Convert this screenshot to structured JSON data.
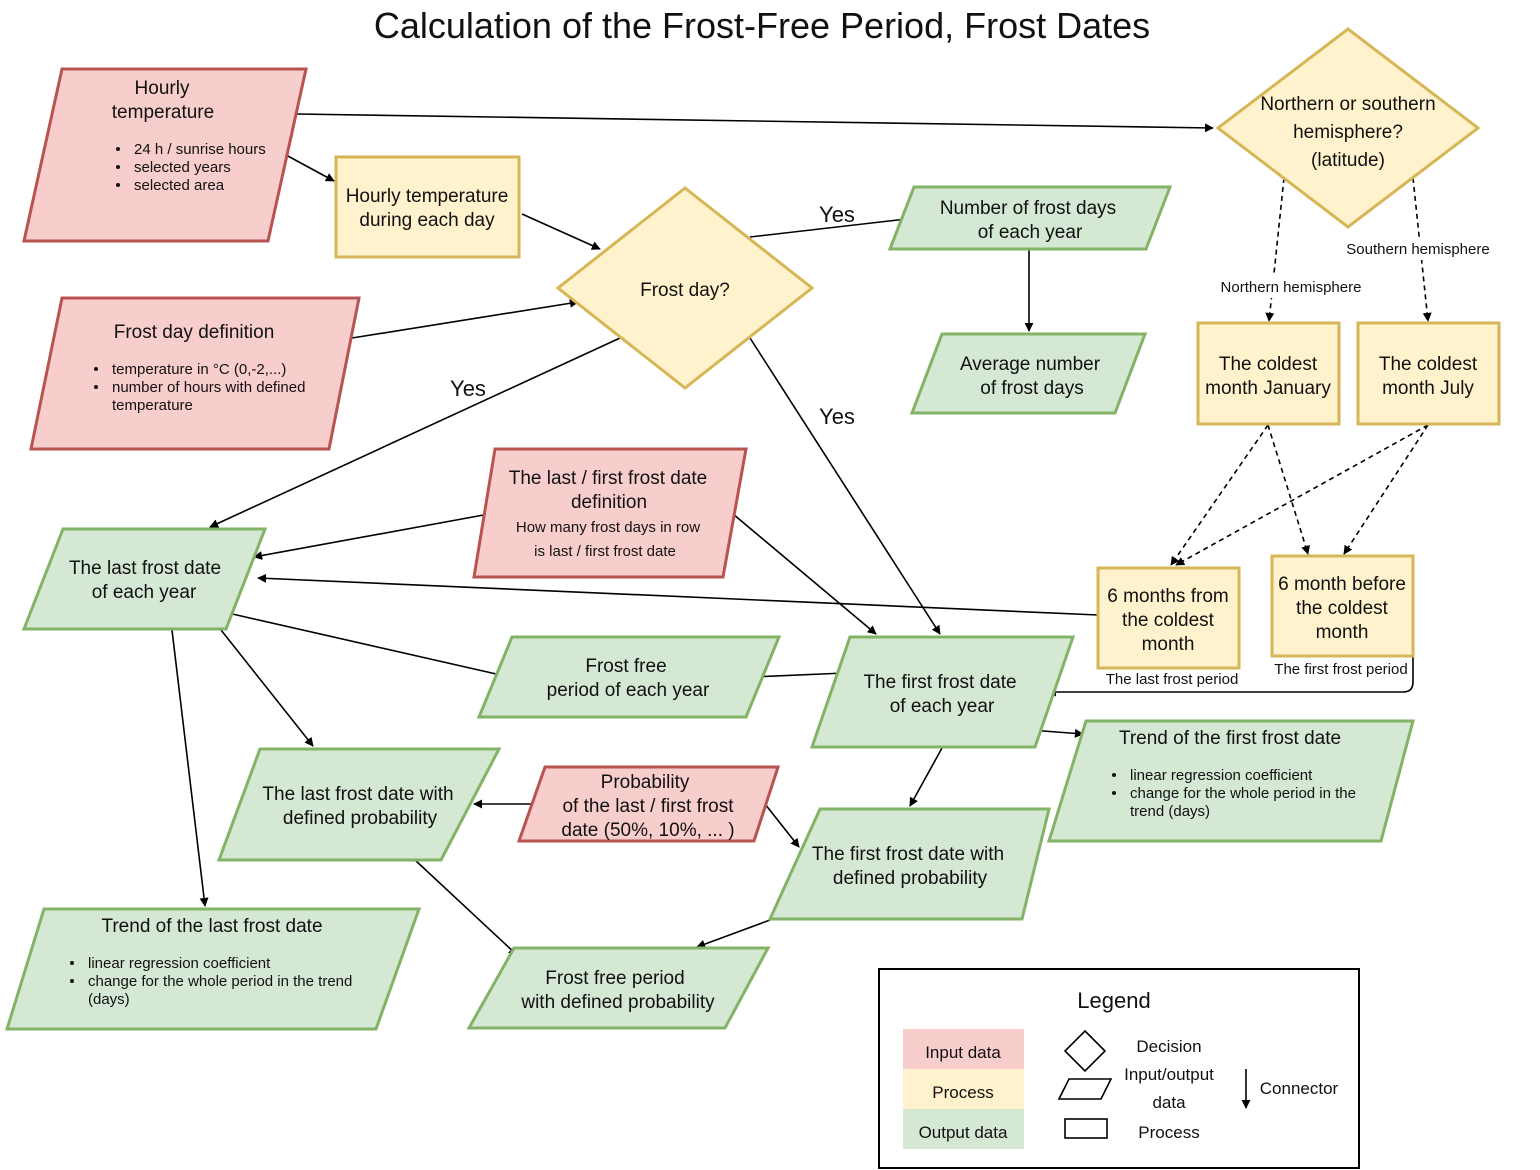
{
  "title": "Calculation of the Frost-Free Period, Frost Dates",
  "colors": {
    "input_fill": "#f8cecc",
    "input_stroke": "#b85450",
    "process_fill": "#fff2cc",
    "process_stroke": "#d6b656",
    "output_fill": "#d5e8d4",
    "output_stroke": "#82b366"
  },
  "nodes": {
    "hourly_temp": {
      "title": [
        "Hourly",
        "temperature"
      ],
      "bullets": [
        "24 h / sunrise hours",
        "selected years",
        "selected area"
      ]
    },
    "hourly_each_day": {
      "title": [
        "Hourly temperature",
        "during each day"
      ]
    },
    "frost_def": {
      "title": [
        "Frost day definition"
      ],
      "bullets": [
        "temperature in °C (0,-2,...)",
        "number of hours with defined",
        "temperature"
      ]
    },
    "frost_day": {
      "title": [
        "Frost day?"
      ]
    },
    "num_frost_days": {
      "title": [
        "Number of frost days",
        "of each year"
      ]
    },
    "avg_frost_days": {
      "title": [
        "Average number",
        "of frost days"
      ]
    },
    "hemisphere": {
      "title": [
        "Northern or southern",
        "hemisphere?",
        "(latitude)"
      ]
    },
    "coldest_jan": {
      "title": [
        "The coldest",
        "month January"
      ]
    },
    "coldest_jul": {
      "title": [
        "The coldest",
        "month July"
      ]
    },
    "six_from": {
      "title": [
        "6 months from",
        "the coldest",
        "month"
      ]
    },
    "six_before": {
      "title": [
        "6 month before",
        "the coldest",
        "month"
      ]
    },
    "lf_def": {
      "title": [
        "The last / first frost date",
        "definition"
      ],
      "sub": [
        "How many frost days in row",
        "is last / first frost date"
      ]
    },
    "last_frost": {
      "title": [
        "The last frost date",
        "of each year"
      ]
    },
    "first_frost": {
      "title": [
        "The first frost date",
        "of each year"
      ]
    },
    "ff_period": {
      "title": [
        "Frost free",
        "period of each year"
      ]
    },
    "last_prob": {
      "title": [
        "The last frost date with",
        "defined probability"
      ]
    },
    "prob": {
      "title": [
        "Probability",
        "of the last / first frost",
        "date (50%, 10%, ... )"
      ]
    },
    "first_prob": {
      "title": [
        "The first frost date with",
        "defined probability"
      ]
    },
    "trend_first": {
      "title": [
        "Trend of the first frost date"
      ],
      "bullets": [
        "linear regression coefficient",
        "change for the whole period in the",
        "trend (days)"
      ]
    },
    "trend_last": {
      "title": [
        "Trend of the last frost date"
      ],
      "bullets": [
        "linear regression coefficient",
        "change for the whole period in the trend",
        "(days)"
      ]
    },
    "ff_prob": {
      "title": [
        "Frost free period",
        "with defined probability"
      ]
    }
  },
  "edge_labels": {
    "yes_1": "Yes",
    "yes_2": "Yes",
    "yes_3": "Yes",
    "northern": "Northern hemisphere",
    "southern": "Southern hemisphere",
    "last_period": "The last frost period",
    "first_period": "The first frost period"
  },
  "legend": {
    "title": "Legend",
    "input": "Input data",
    "process": "Process",
    "output": "Output data",
    "decision": "Decision",
    "io_line1": "Input/output",
    "io_line2": "data",
    "process_shape": "Process",
    "connector": "Connector"
  }
}
